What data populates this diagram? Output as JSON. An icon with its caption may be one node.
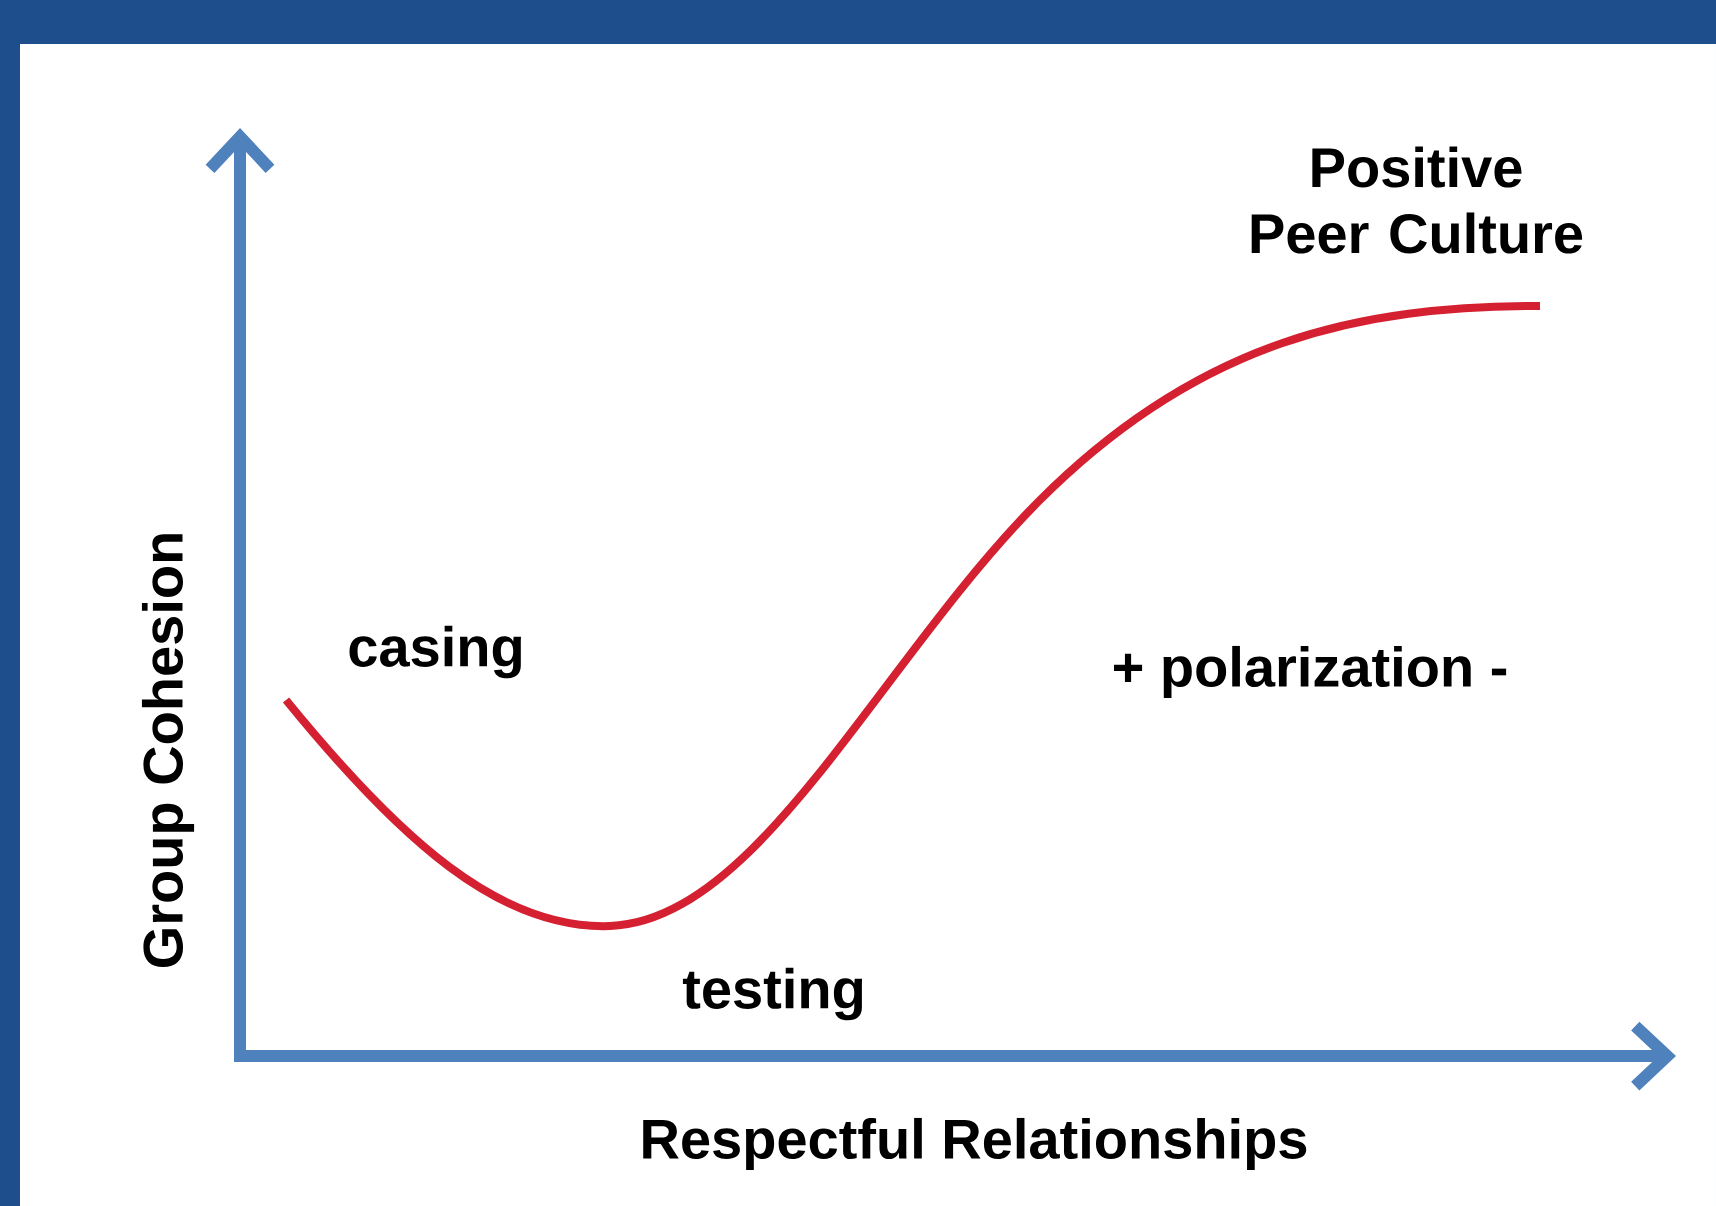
{
  "diagram": {
    "labels": [
      "Positive Peer Culture",
      "casing",
      "+ polarization -",
      "testing",
      "Group Cohesion",
      "Respectful Relationships"
    ]
  }
}
